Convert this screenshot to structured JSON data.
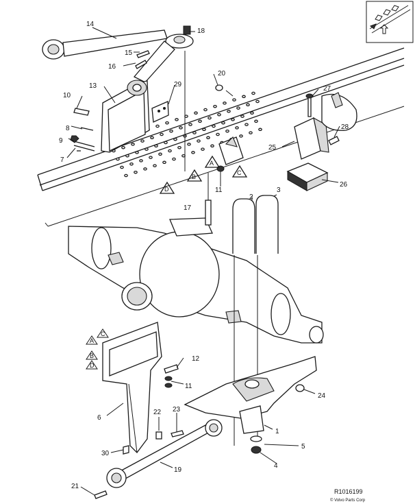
{
  "diagram": {
    "callouts": [
      {
        "id": "c2",
        "text": "2"
      },
      {
        "id": "c3",
        "text": "3"
      },
      {
        "id": "c4",
        "text": "4"
      },
      {
        "id": "c5",
        "text": "5"
      },
      {
        "id": "c6",
        "text": "6"
      },
      {
        "id": "c7",
        "text": "7"
      },
      {
        "id": "c8",
        "text": "8"
      },
      {
        "id": "c9",
        "text": "9"
      },
      {
        "id": "c10",
        "text": "10"
      },
      {
        "id": "c11a",
        "text": "11"
      },
      {
        "id": "c11b",
        "text": "11"
      },
      {
        "id": "c12",
        "text": "12"
      },
      {
        "id": "c13",
        "text": "13"
      },
      {
        "id": "c14",
        "text": "14"
      },
      {
        "id": "c15",
        "text": "15"
      },
      {
        "id": "c16",
        "text": "16"
      },
      {
        "id": "c17",
        "text": "17"
      },
      {
        "id": "c18",
        "text": "18"
      },
      {
        "id": "c19",
        "text": "19"
      },
      {
        "id": "c20",
        "text": "20"
      },
      {
        "id": "c21",
        "text": "21"
      },
      {
        "id": "c22",
        "text": "22"
      },
      {
        "id": "c23",
        "text": "23"
      },
      {
        "id": "c24",
        "text": "24"
      },
      {
        "id": "c25",
        "text": "25"
      },
      {
        "id": "c26",
        "text": "26"
      },
      {
        "id": "c27",
        "text": "27"
      },
      {
        "id": "c28",
        "text": "28"
      },
      {
        "id": "c29",
        "text": "29"
      },
      {
        "id": "c30",
        "text": "30"
      },
      {
        "id": "c1",
        "text": "1"
      }
    ],
    "triangle_markers": {
      "A": "A",
      "B": "B",
      "C": "C",
      "D": "D"
    },
    "reference_code": "R1016199",
    "copyright": "© Volvo Parts Corp"
  }
}
